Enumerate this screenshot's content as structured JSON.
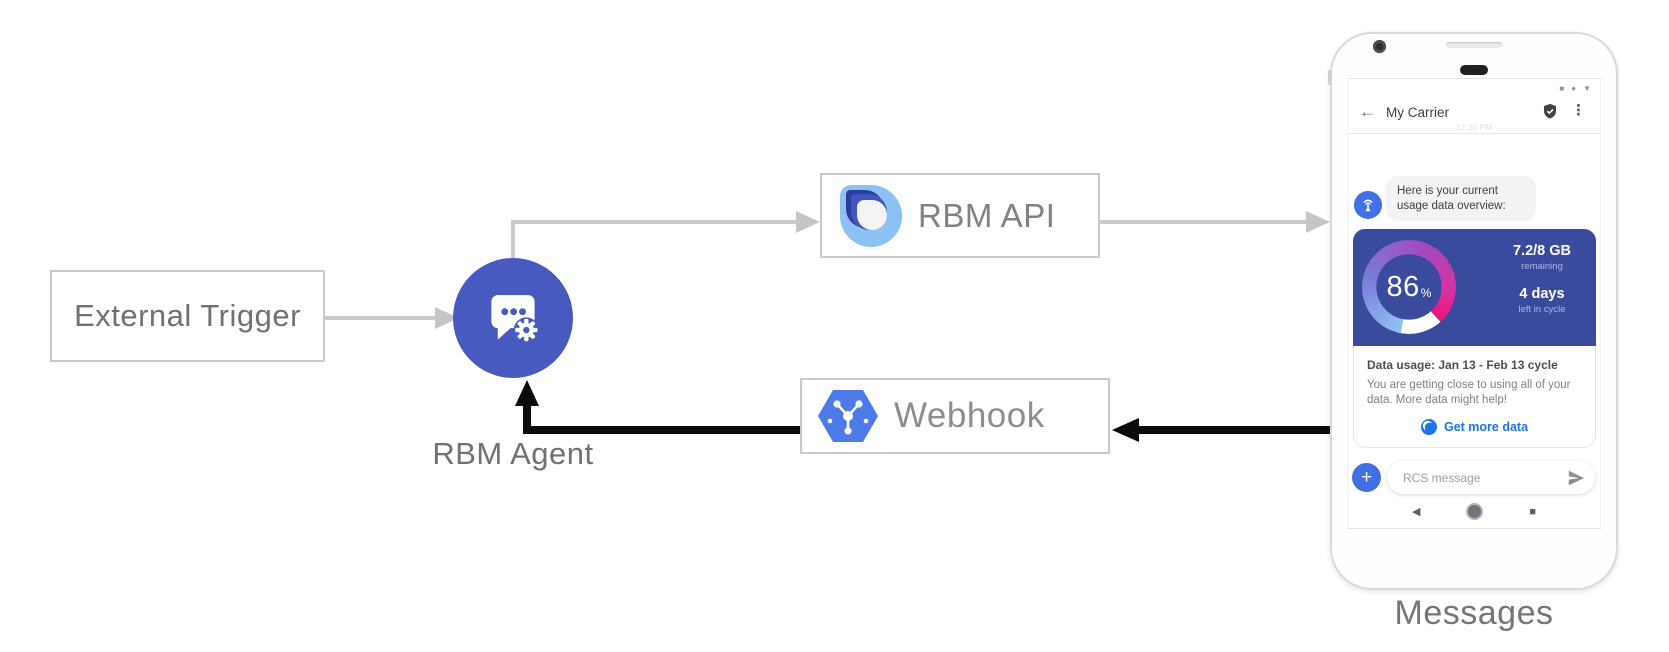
{
  "diagram": {
    "nodes": {
      "external_trigger": "External Trigger",
      "rbm_agent": "RBM Agent",
      "rbm_api": "RBM API",
      "webhook": "Webhook"
    },
    "caption": "Messages",
    "colors": {
      "agent_circle": "#4859BF",
      "webhook_hexagon": "#4C7AE8",
      "api_logo_light_blue": "#8CC2F3",
      "api_logo_dark_blue": "#2C3C9C",
      "arrow_gray": "#C9C9C9",
      "arrow_black": "#0B0B0B",
      "box_border": "#C9C9C9",
      "label_gray": "#6F7173"
    }
  },
  "phone": {
    "status_bar": {
      "icons": [
        "■",
        "●",
        "▼"
      ]
    },
    "header": {
      "back_icon": "←",
      "title": "My Carrier",
      "menu_icon": "⋮"
    },
    "timestamp": "12:30 PM",
    "chat": {
      "bubble_text": "Here is your current usage data overview:"
    },
    "usage_card": {
      "percent": "86",
      "percent_sign": "%",
      "remaining_value": "7.2/8 GB",
      "remaining_label": "remaining",
      "days_value": "4 days",
      "days_label": "left in cycle",
      "card_color": "#3A4B9E",
      "gauge_colors": [
        "#8EC2F4",
        "#7A7AD8",
        "#A14BC4",
        "#D9309E",
        "#EE1380"
      ]
    },
    "usage_details": {
      "title": "Data usage: Jan 13 - Feb 13 cycle",
      "body": "You are getting close to using all of your data. More data might help!",
      "action": "Get more data",
      "action_color": "#1A73E8"
    },
    "compose": {
      "plus_icon": "+",
      "placeholder": "RCS message"
    },
    "nav": {
      "back_icon": "◀",
      "square_icon": "■"
    }
  }
}
